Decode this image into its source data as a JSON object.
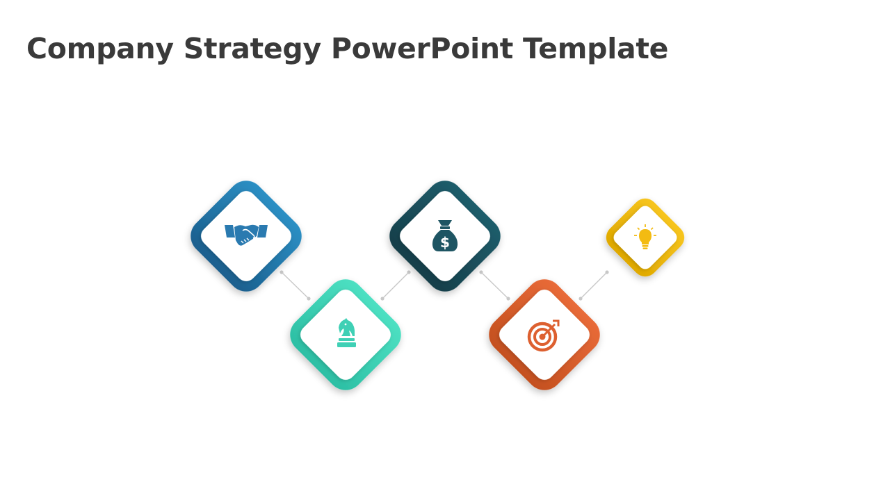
{
  "slide": {
    "title": "Company Strategy PowerPoint Template"
  },
  "diamonds": [
    {
      "name": "handshake",
      "icon": "handshake-icon",
      "color_top": "#2c8fc4",
      "color_bottom": "#1a5f8e",
      "icon_color": "#2a7ab0"
    },
    {
      "name": "chess-knight",
      "icon": "chess-knight-icon",
      "color_top": "#4de0c2",
      "color_bottom": "#2cbfa4",
      "icon_color": "#3fd0b5"
    },
    {
      "name": "money-bag",
      "icon": "money-bag-icon",
      "color_top": "#1f5d6b",
      "color_bottom": "#163f4a",
      "icon_color": "#1e5563"
    },
    {
      "name": "target",
      "icon": "target-icon",
      "color_top": "#e86a38",
      "color_bottom": "#c4501f",
      "icon_color": "#dd6030"
    },
    {
      "name": "lightbulb",
      "icon": "lightbulb-icon",
      "color_top": "#f7c51e",
      "color_bottom": "#e0a900",
      "icon_color": "#f3bb12"
    }
  ],
  "connector_color": "#c8c8c8"
}
